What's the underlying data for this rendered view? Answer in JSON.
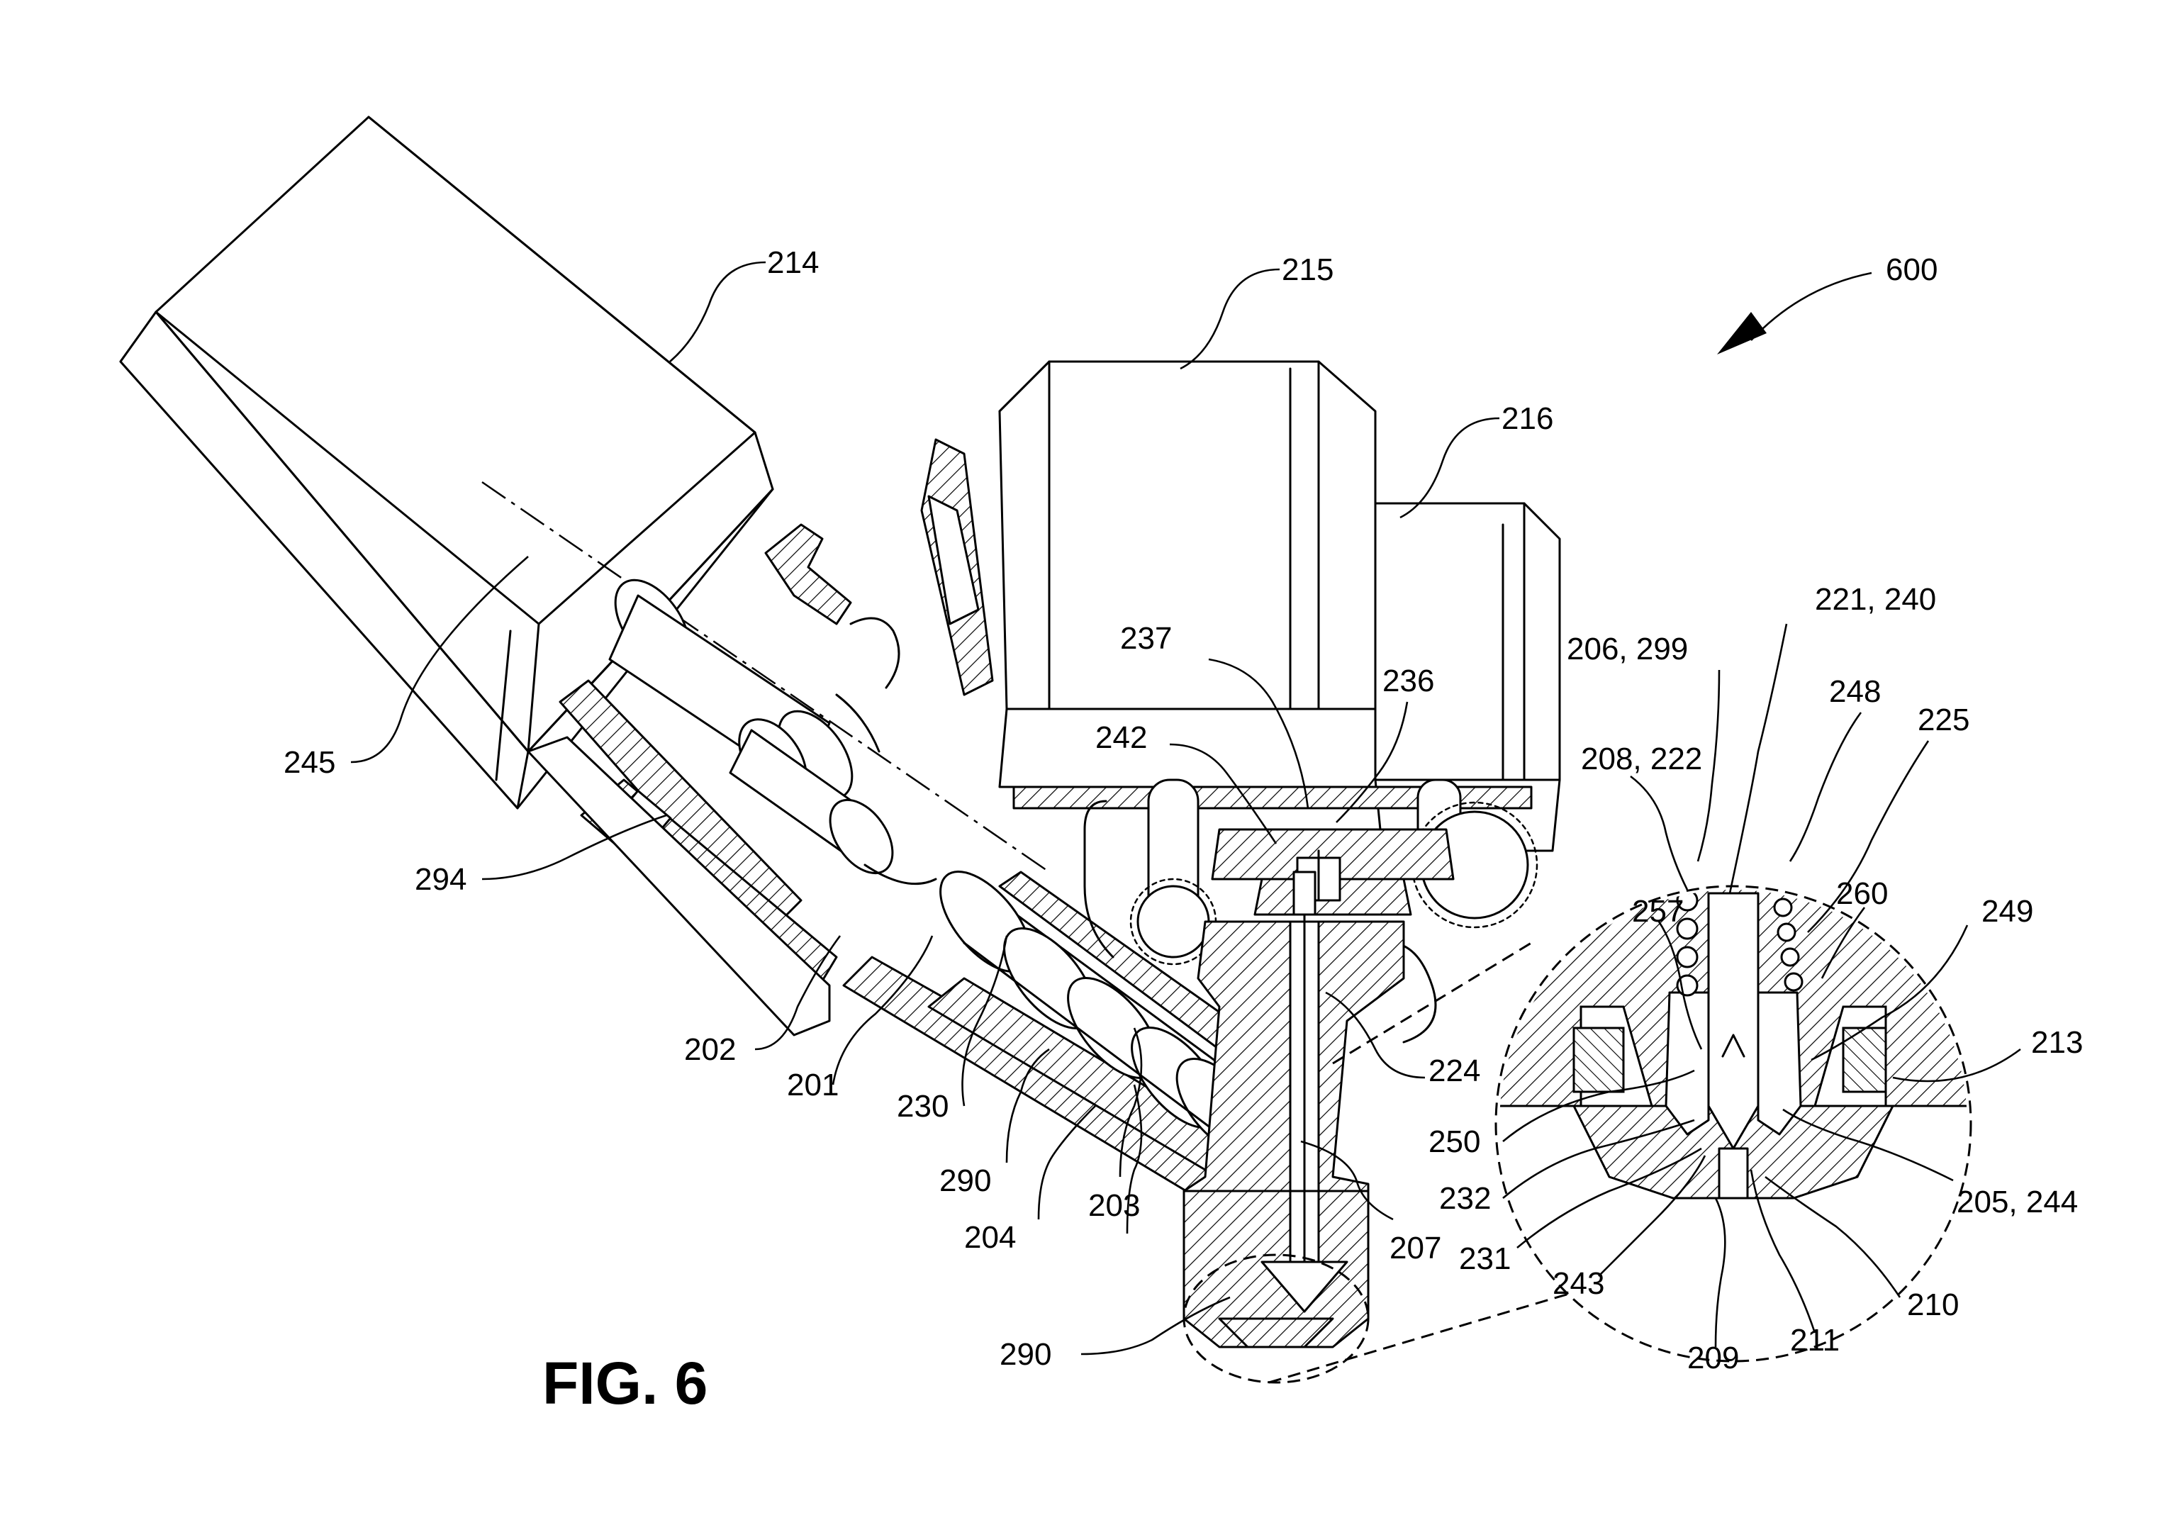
{
  "figure": {
    "caption": "FIG. 6",
    "assembly_ref": "600",
    "refs": [
      {
        "id": "r214",
        "text": "214"
      },
      {
        "id": "r215",
        "text": "215"
      },
      {
        "id": "r216",
        "text": "216"
      },
      {
        "id": "r245",
        "text": "245"
      },
      {
        "id": "r294",
        "text": "294"
      },
      {
        "id": "r202",
        "text": "202"
      },
      {
        "id": "r201",
        "text": "201"
      },
      {
        "id": "r230",
        "text": "230"
      },
      {
        "id": "r290a",
        "text": "290"
      },
      {
        "id": "r204",
        "text": "204"
      },
      {
        "id": "r203",
        "text": "203"
      },
      {
        "id": "r207",
        "text": "207"
      },
      {
        "id": "r290b",
        "text": "290"
      },
      {
        "id": "r224",
        "text": "224"
      },
      {
        "id": "r237",
        "text": "237"
      },
      {
        "id": "r242",
        "text": "242"
      },
      {
        "id": "r236",
        "text": "236"
      },
      {
        "id": "r206_299",
        "text": "206, 299"
      },
      {
        "id": "r221_240",
        "text": "221, 240"
      },
      {
        "id": "r208_222",
        "text": "208, 222"
      },
      {
        "id": "r248",
        "text": "248"
      },
      {
        "id": "r225",
        "text": "225"
      },
      {
        "id": "r257",
        "text": "257"
      },
      {
        "id": "r260",
        "text": "260"
      },
      {
        "id": "r249",
        "text": "249"
      },
      {
        "id": "r213",
        "text": "213"
      },
      {
        "id": "r250",
        "text": "250"
      },
      {
        "id": "r232",
        "text": "232"
      },
      {
        "id": "r231",
        "text": "231"
      },
      {
        "id": "r243",
        "text": "243"
      },
      {
        "id": "r209",
        "text": "209"
      },
      {
        "id": "r211",
        "text": "211"
      },
      {
        "id": "r210",
        "text": "210"
      },
      {
        "id": "r205_244",
        "text": "205, 244"
      }
    ]
  }
}
